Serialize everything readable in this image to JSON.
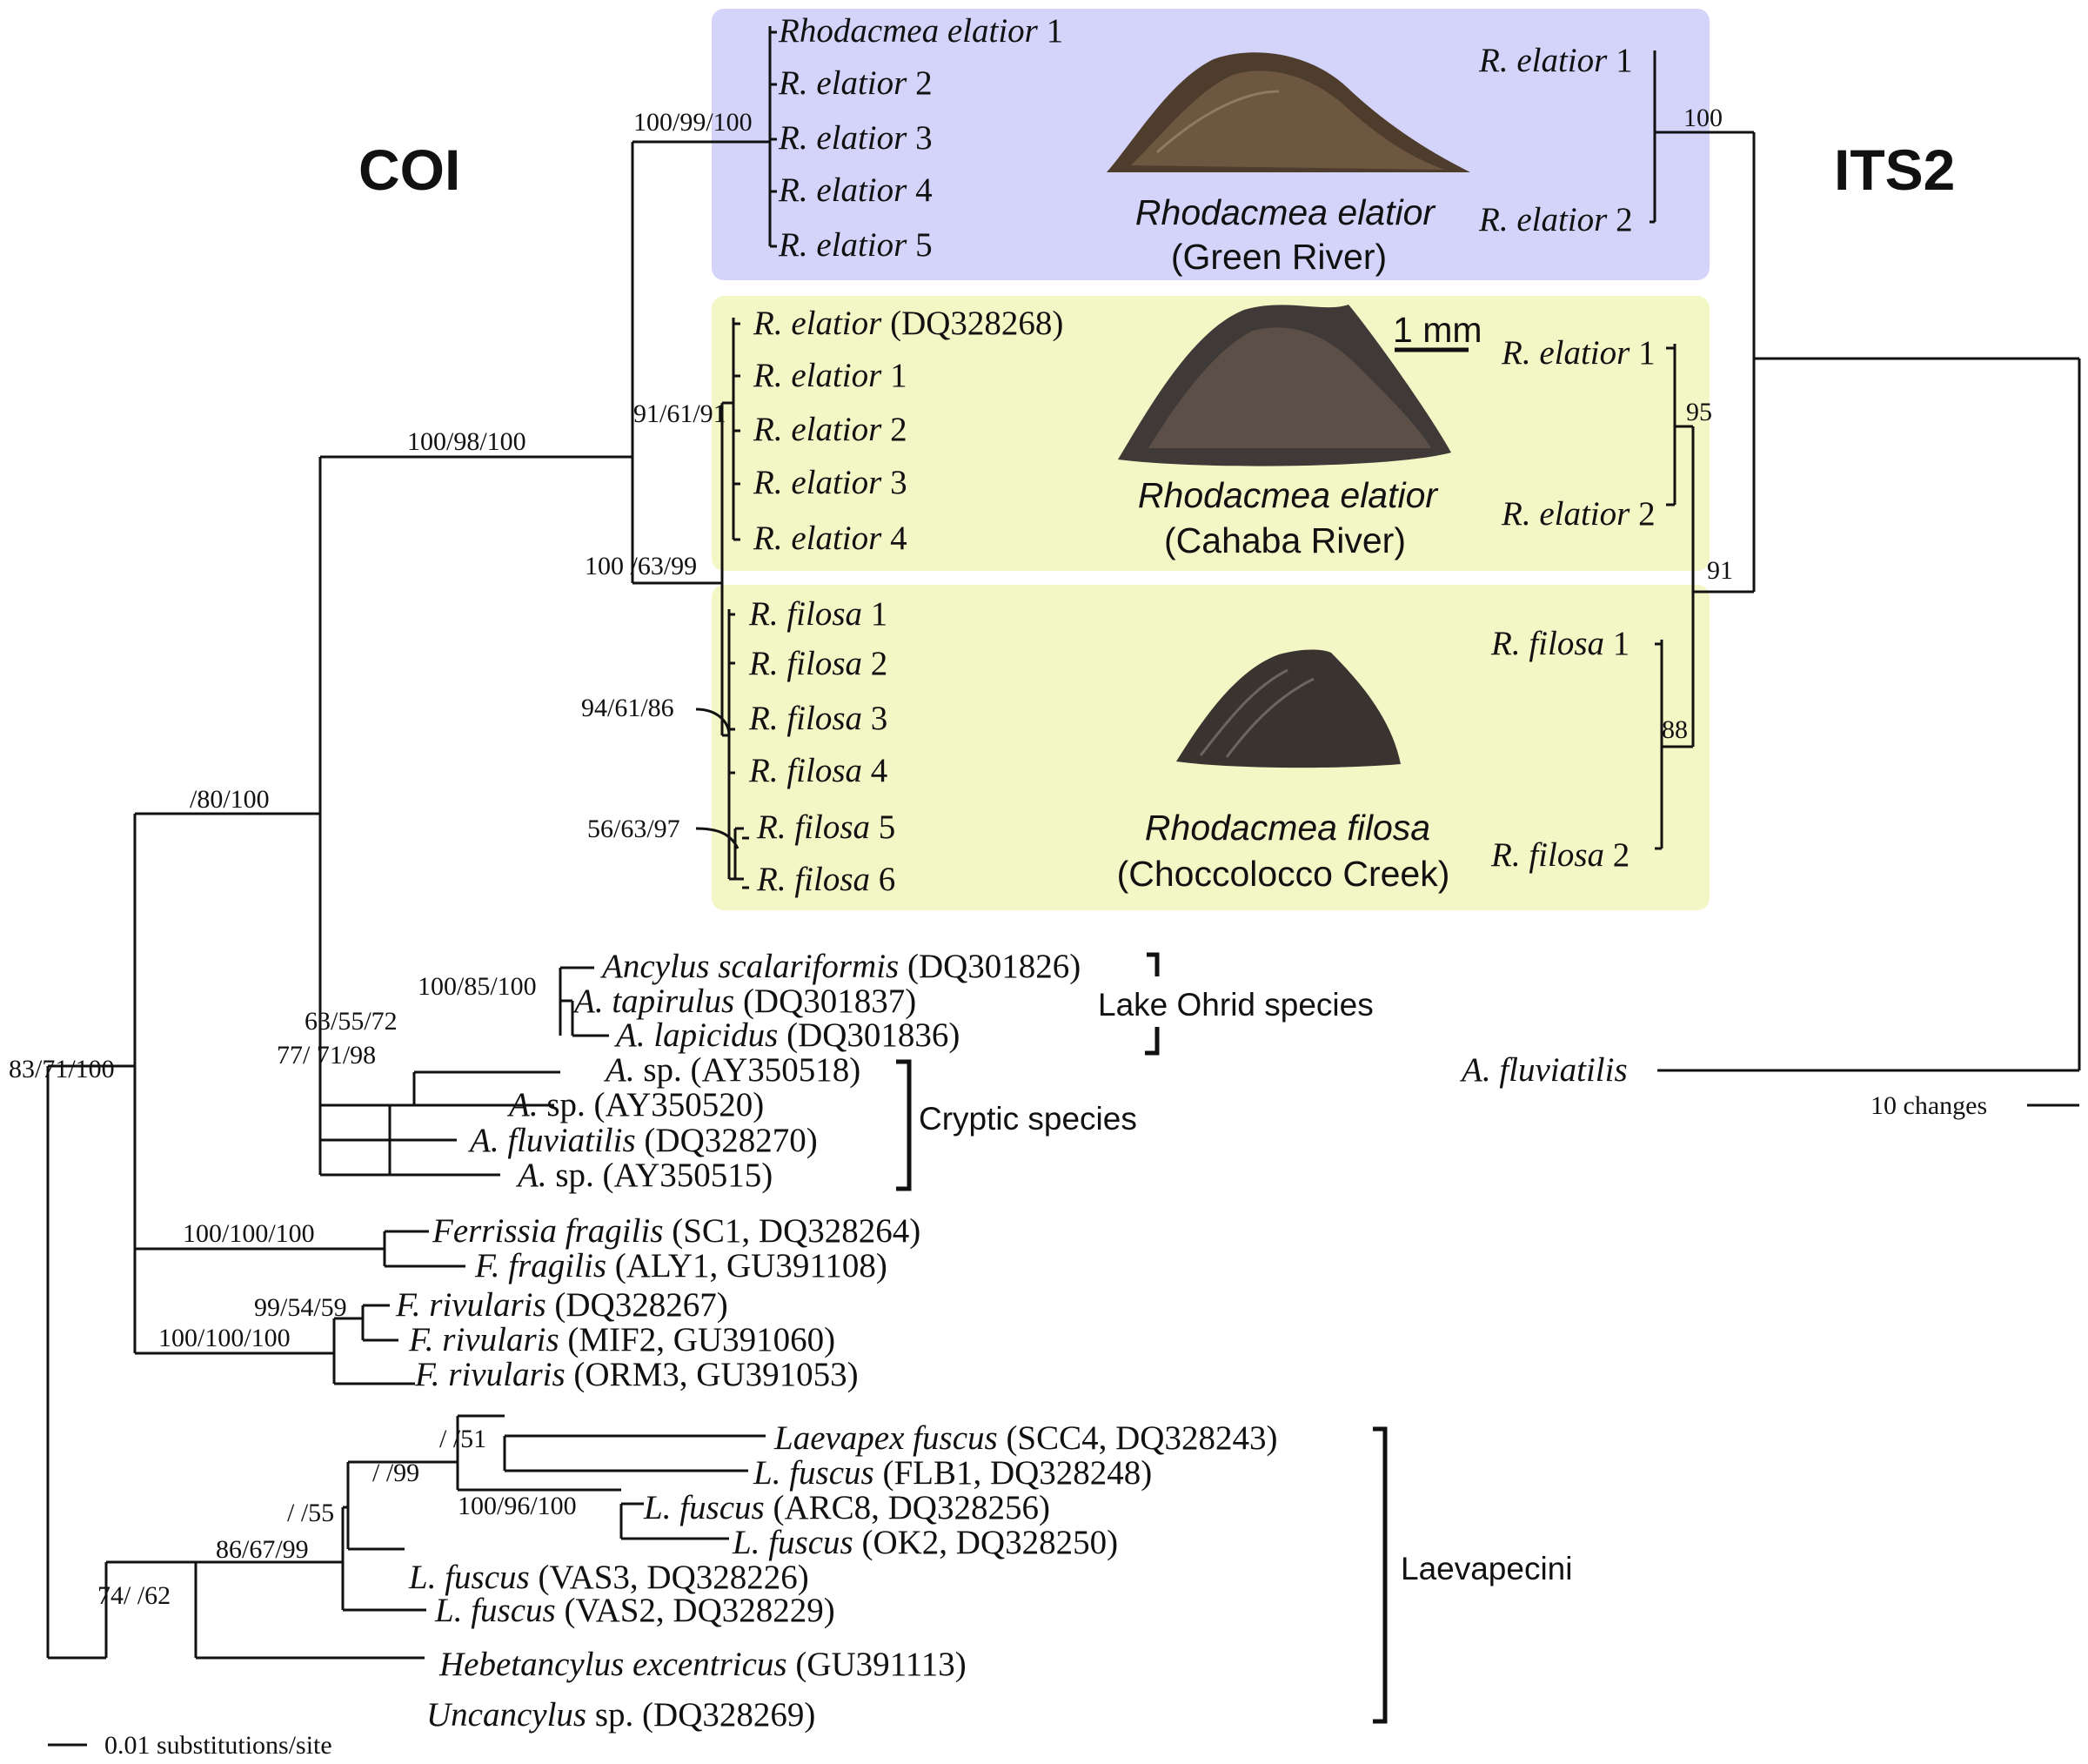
{
  "colors": {
    "green_river_box": "#d4d4fb",
    "cahaba_box": "#f3f7c6",
    "filosa_box": "#f3f7c6",
    "line": "#111111"
  },
  "headings": {
    "coi": "COI",
    "its2": "ITS2"
  },
  "captions": {
    "green_name": "Rhodacmea elatior",
    "green_loc": "(Green River)",
    "cahaba_name": "Rhodacmea elatior",
    "cahaba_loc": "(Cahaba River)",
    "filosa_name": "Rhodacmea filosa",
    "filosa_loc": "(Choccolocco Creek)",
    "scale": "1 mm"
  },
  "groups": {
    "ohrid": "Lake Ohrid species",
    "cryptic": "Cryptic species",
    "laevapecini": "Laevapecini"
  },
  "coi_taxa": [
    {
      "it": "Rhodacmea elatior",
      "rest": " 1"
    },
    {
      "it": "R. elatior",
      "rest": " 2"
    },
    {
      "it": "R. elatior",
      "rest": " 3"
    },
    {
      "it": "R. elatior",
      "rest": " 4"
    },
    {
      "it": "R. elatior",
      "rest": " 5"
    },
    {
      "it": "R. elatior",
      "rest": " (DQ328268)"
    },
    {
      "it": "R. elatior",
      "rest": " 1"
    },
    {
      "it": "R. elatior",
      "rest": " 2"
    },
    {
      "it": "R. elatior",
      "rest": " 3"
    },
    {
      "it": "R. elatior",
      "rest": " 4"
    },
    {
      "it": "R. filosa",
      "rest": " 1"
    },
    {
      "it": "R. filosa",
      "rest": " 2"
    },
    {
      "it": "R. filosa",
      "rest": " 3"
    },
    {
      "it": "R. filosa",
      "rest": " 4"
    },
    {
      "it": "R. filosa",
      "rest": " 5"
    },
    {
      "it": "R. filosa",
      "rest": " 6"
    },
    {
      "it": "Ancylus scalariformis",
      "rest": " (DQ301826)"
    },
    {
      "it": "A. tapirulus",
      "rest": " (DQ301837)"
    },
    {
      "it": "A. lapicidus",
      "rest": " (DQ301836)"
    },
    {
      "it": "A.",
      "rest": " sp. (AY350518)"
    },
    {
      "it": "A.",
      "rest": " sp. (AY350520)"
    },
    {
      "it": "A. fluviatilis",
      "rest": " (DQ328270)"
    },
    {
      "it": "A.",
      "rest": " sp. (AY350515)"
    },
    {
      "it": "Ferrissia fragilis",
      "rest": " (SC1, DQ328264)"
    },
    {
      "it": "F. fragilis",
      "rest": "  (ALY1, GU391108)"
    },
    {
      "it": "F. rivularis",
      "rest": "  (DQ328267)"
    },
    {
      "it": "F. rivularis",
      "rest": "  (MIF2, GU391060)"
    },
    {
      "it": "F. rivularis",
      "rest": "  (ORM3, GU391053)"
    },
    {
      "it": "Laevapex fuscus",
      "rest": " (SCC4, DQ328243)"
    },
    {
      "it": "L. fuscus",
      "rest": " (FLB1, DQ328248)"
    },
    {
      "it": "L. fuscus",
      "rest": " (ARC8, DQ328256)"
    },
    {
      "it": "L. fuscus",
      "rest": " (OK2, DQ328250)"
    },
    {
      "it": "L. fuscus",
      "rest": " (VAS3, DQ328226)"
    },
    {
      "it": "L. fuscus",
      "rest": " (VAS2, DQ328229)"
    },
    {
      "it": "Hebetancylus excentricus",
      "rest": " (GU391113)"
    },
    {
      "it": "Uncancylus",
      "rest": " sp. (DQ328269)"
    }
  ],
  "its2_taxa": [
    {
      "it": "R. elatior",
      "rest": " 1"
    },
    {
      "it": "R. elatior",
      "rest": " 2"
    },
    {
      "it": "R. elatior",
      "rest": " 1"
    },
    {
      "it": "R. elatior",
      "rest": " 2"
    },
    {
      "it": "R. filosa",
      "rest": " 1"
    },
    {
      "it": "R. filosa",
      "rest": " 2"
    },
    {
      "it": "A. fluviatilis",
      "rest": ""
    }
  ],
  "coi_support": [
    "100/99/100",
    "100/98/100",
    "91/61/91",
    "100 /63/99",
    "94/61/86",
    "56/63/97",
    "/80/100",
    "100/85/100",
    "63/55/72",
    "77/ 71/98",
    "83/71/100",
    "100/100/100",
    "99/54/59",
    "100/100/100",
    "/ /51",
    "/ /99",
    "100/96/100",
    "/ /55",
    "86/67/99",
    "74/ /62"
  ],
  "its2_support": [
    "100",
    "95",
    "91",
    "88"
  ],
  "scales": {
    "coi": "0.01 substitutions/site",
    "its2": "10 changes"
  }
}
